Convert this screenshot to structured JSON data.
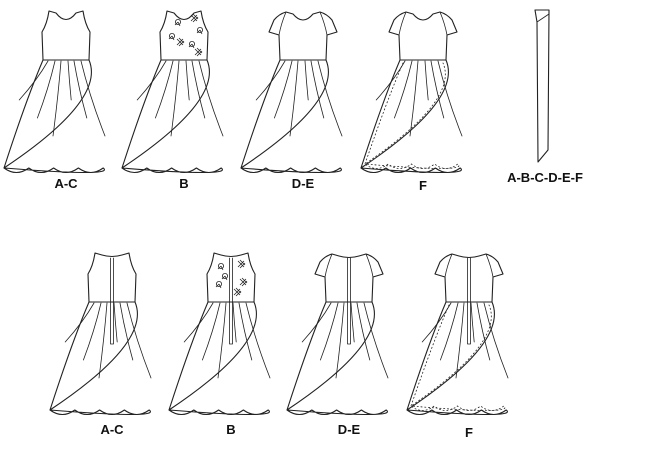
{
  "views": {
    "front": [
      {
        "label": "A-C",
        "sleeve": false,
        "embroidery": false,
        "dotted": false
      },
      {
        "label": "B",
        "sleeve": false,
        "embroidery": true,
        "dotted": false
      },
      {
        "label": "D-E",
        "sleeve": true,
        "embroidery": false,
        "dotted": false
      },
      {
        "label": "F",
        "sleeve": true,
        "embroidery": false,
        "dotted": true
      }
    ],
    "back": [
      {
        "label": "A-C",
        "sleeve": false,
        "embroidery": false,
        "dotted": false
      },
      {
        "label": "B",
        "sleeve": false,
        "embroidery": true,
        "dotted": false
      },
      {
        "label": "D-E",
        "sleeve": true,
        "embroidery": false,
        "dotted": false
      },
      {
        "label": "F",
        "sleeve": true,
        "embroidery": false,
        "dotted": true
      }
    ]
  },
  "sash": {
    "label": "A-B-C-D-E-F"
  },
  "colors": {
    "line": "#222222",
    "background": "#ffffff"
  }
}
